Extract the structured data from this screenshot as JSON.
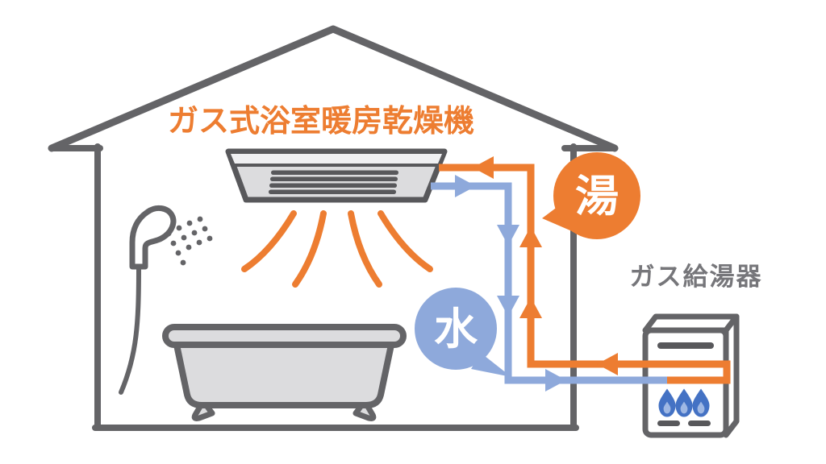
{
  "title": "ガス式浴室暖房乾燥機",
  "bubbles": {
    "hot": {
      "label": "湯"
    },
    "cold": {
      "label": "水"
    }
  },
  "water_heater": {
    "label": "ガス給湯器",
    "flame_count": 3
  },
  "colors": {
    "orange": "#ED7D31",
    "pipe_blue": "#8EA9DB",
    "flame_blue": "#4472C4",
    "flame_blue_light": "#9FB8E4",
    "outline_gray": "#646467",
    "dark_gray": "#58585B",
    "unit_fill": "#DCDCDE",
    "unit_top_fill": "#F0F0F2",
    "tub_fill": "#DCDCDE",
    "label_gray": "#76767A",
    "white": "#FFFFFF"
  }
}
